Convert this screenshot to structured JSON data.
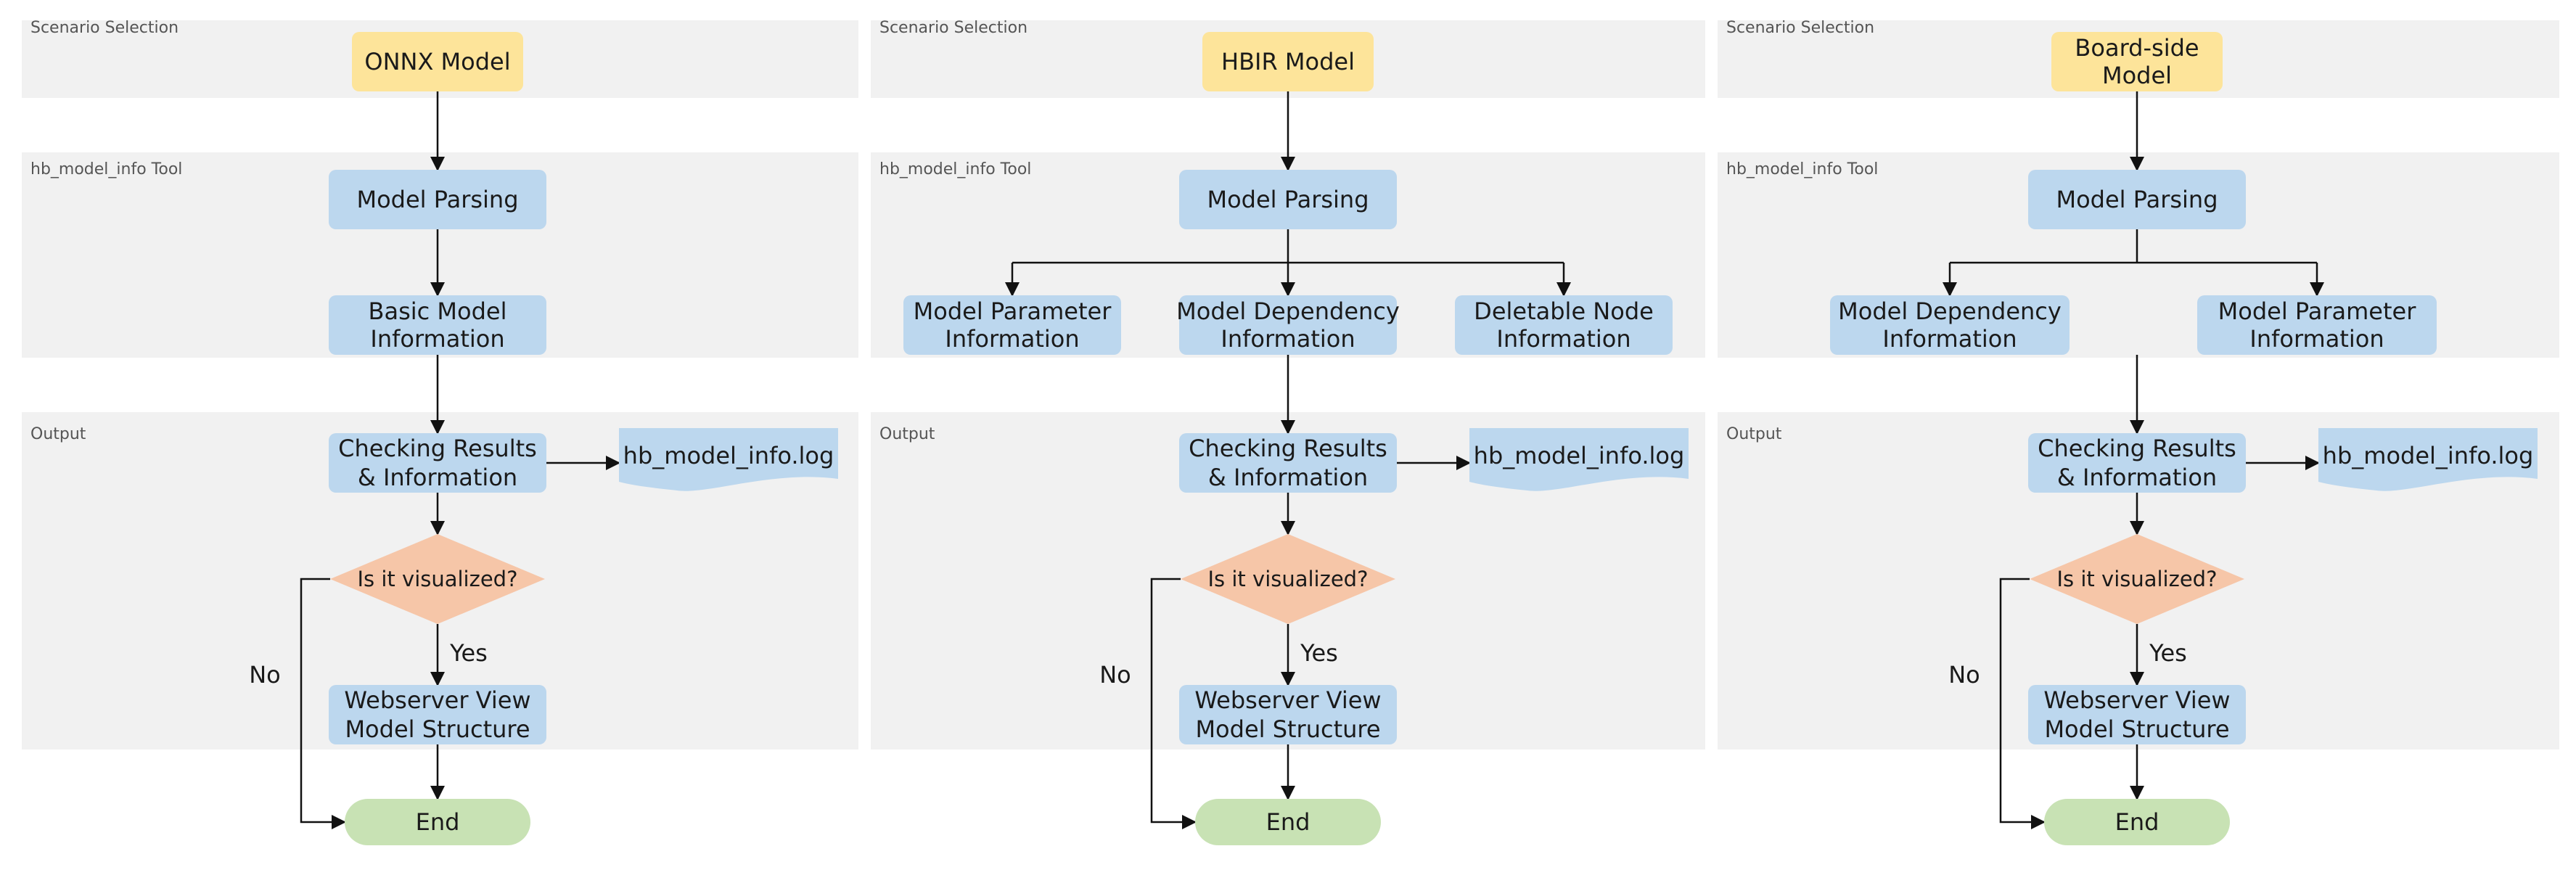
{
  "colors": {
    "lane": "#f1f1f1",
    "start": "#fde49a",
    "process": "#bcd7ee",
    "decision": "#f6c6a8",
    "end": "#c8e2b4",
    "edge": "#111111"
  },
  "lanes": {
    "scenario": "Scenario Selection",
    "tool": "hb_model_info Tool",
    "output": "Output"
  },
  "flows": [
    {
      "start": [
        "ONNX Model"
      ],
      "parse": "Model Parsing",
      "info": [
        [
          "Basic Model",
          "Information"
        ]
      ],
      "check": [
        "Checking Results",
        "& Information"
      ],
      "log": "hb_model_info.log",
      "decision": "Is it visualized?",
      "yes": "Yes",
      "no": "No",
      "web": [
        "Webserver View",
        "Model Structure"
      ],
      "end": "End"
    },
    {
      "start": [
        "HBIR Model"
      ],
      "parse": "Model Parsing",
      "info": [
        [
          "Model Parameter",
          "Information"
        ],
        [
          "Model Dependency",
          "Information"
        ],
        [
          "Deletable Node",
          "Information"
        ]
      ],
      "check": [
        "Checking Results",
        "& Information"
      ],
      "log": "hb_model_info.log",
      "decision": "Is it visualized?",
      "yes": "Yes",
      "no": "No",
      "web": [
        "Webserver View",
        "Model Structure"
      ],
      "end": "End"
    },
    {
      "start": [
        "Board-side",
        "Model"
      ],
      "parse": "Model Parsing",
      "info": [
        [
          "Model Dependency",
          "Information"
        ],
        [
          "Model Parameter",
          "Information"
        ]
      ],
      "check": [
        "Checking Results",
        "& Information"
      ],
      "log": "hb_model_info.log",
      "decision": "Is it visualized?",
      "yes": "Yes",
      "no": "No",
      "web": [
        "Webserver View",
        "Model Structure"
      ],
      "end": "End"
    }
  ]
}
